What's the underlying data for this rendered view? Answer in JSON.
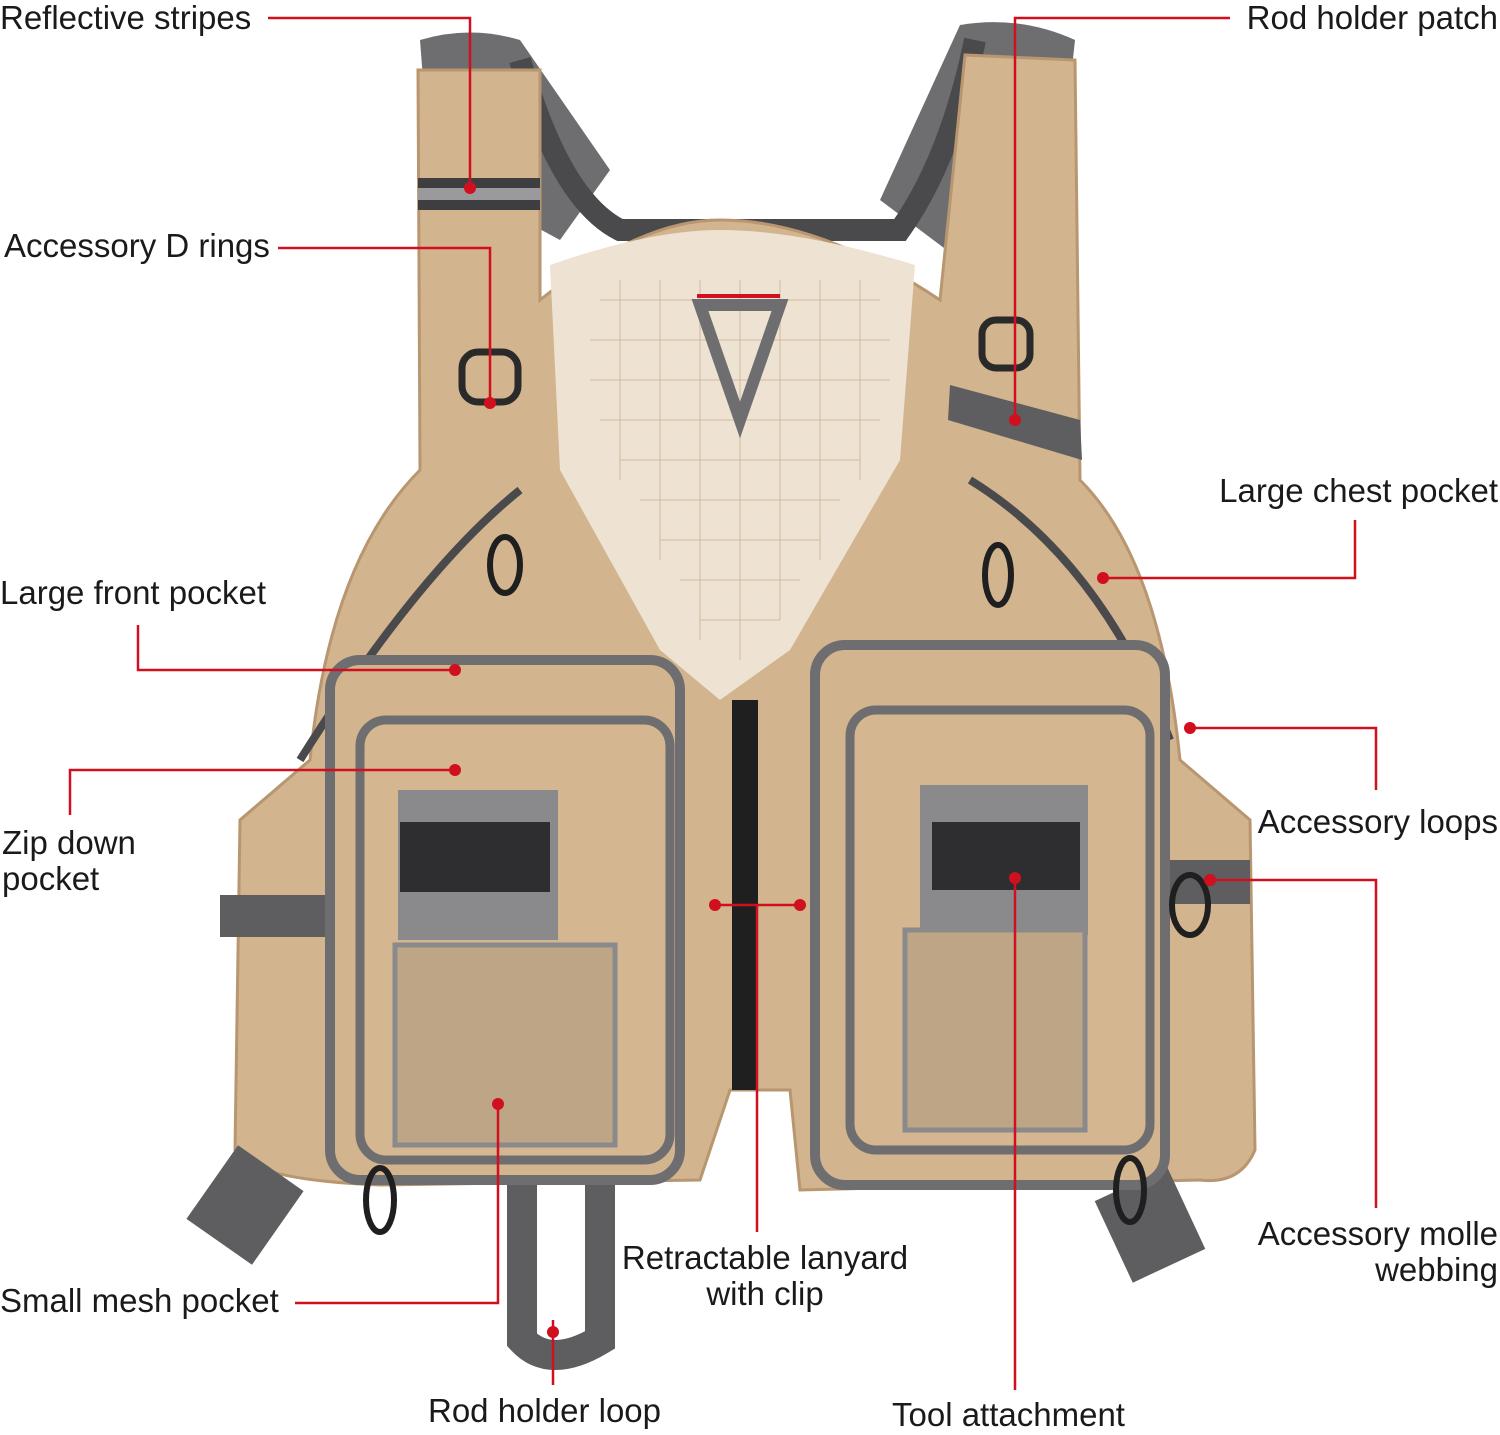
{
  "image": {
    "subject": "fishing-vest",
    "colors": {
      "fabric": "#d2b48f",
      "fabric_shadow": "#b8966f",
      "trim": "#6e6e70",
      "trim_dark": "#3e3e40",
      "mesh": "#eee2d2",
      "leader": "#d0101e",
      "text": "#1a1a1a"
    }
  },
  "labels": {
    "reflective_stripes": "Reflective stripes",
    "accessory_d_rings": "Accessory D rings",
    "large_front_pocket": "Large front pocket",
    "zip_down_pocket": [
      "Zip down",
      "pocket"
    ],
    "small_mesh_pocket": "Small mesh pocket",
    "rod_holder_loop": "Rod holder loop",
    "retractable_lanyard": [
      "Retractable lanyard",
      "with clip"
    ],
    "tool_attachment": "Tool attachment",
    "rod_holder_patch": "Rod holder patch",
    "large_chest_pocket": "Large chest pocket",
    "accessory_loops": "Accessory loops",
    "accessory_molle_webbing": [
      "Accessory molle",
      "webbing"
    ]
  }
}
